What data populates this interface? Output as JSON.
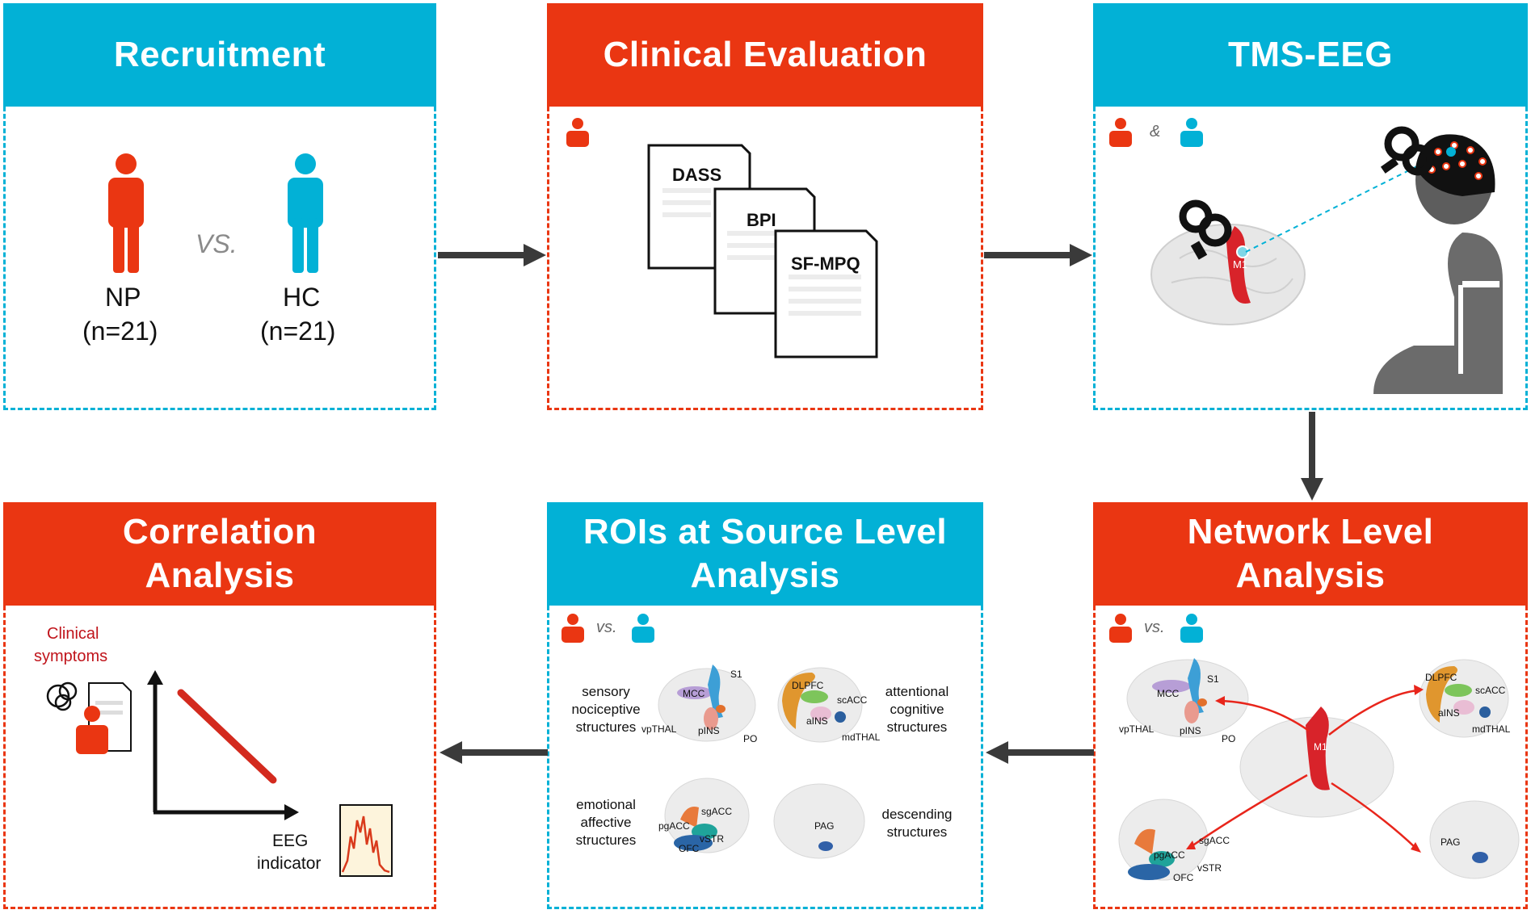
{
  "panels": {
    "recruitment": {
      "title": "Recruitment",
      "vs": "VS.",
      "group1_label": "NP",
      "group1_n": "(n=21)",
      "group2_label": "HC",
      "group2_n": "(n=21)"
    },
    "clinical": {
      "title": "Clinical Evaluation",
      "docs": [
        "DASS",
        "BPI",
        "SF-MPQ"
      ]
    },
    "tms": {
      "title": "TMS-EEG",
      "amp": "&",
      "m1": "M1"
    },
    "network": {
      "title_line1": "Network Level",
      "title_line2": "Analysis",
      "vs": "vs.",
      "m1": "M1",
      "brain1": [
        "S1",
        "MCC",
        "vpTHAL",
        "pINS",
        "PO"
      ],
      "brain2": [
        "DLPFC",
        "scACC",
        "aINS",
        "mdTHAL"
      ],
      "brain3": [
        "sgACC",
        "pgACC",
        "vSTR",
        "OFC"
      ],
      "brain4": [
        "PAG"
      ]
    },
    "roi": {
      "title_line1": "ROIs at Source Level",
      "title_line2": "Analysis",
      "vs": "vs.",
      "groups": [
        {
          "label": [
            "sensory",
            "nociceptive",
            "structures"
          ],
          "regions": [
            "S1",
            "MCC",
            "vpTHAL",
            "pINS",
            "PO"
          ]
        },
        {
          "label": [
            "attentional",
            "cognitive",
            "structures"
          ],
          "regions": [
            "DLPFC",
            "scACC",
            "aINS",
            "mdTHAL"
          ]
        },
        {
          "label": [
            "emotional",
            "affective",
            "structures"
          ],
          "regions": [
            "sgACC",
            "pgACC",
            "vSTR",
            "OFC"
          ]
        },
        {
          "label": [
            "descending",
            "structures"
          ],
          "regions": [
            "PAG"
          ]
        }
      ]
    },
    "correlation": {
      "title_line1": "Correlation",
      "title_line2": "Analysis",
      "clinical_line1": "Clinical",
      "clinical_line2": "symptoms",
      "eeg_line1": "EEG",
      "eeg_line2": "indicator"
    }
  },
  "colors": {
    "blue": "#02b1d6",
    "red": "#ea3612",
    "arrow": "#3a3a3a",
    "np_person": "#ea3612",
    "hc_person": "#02b1d6"
  }
}
